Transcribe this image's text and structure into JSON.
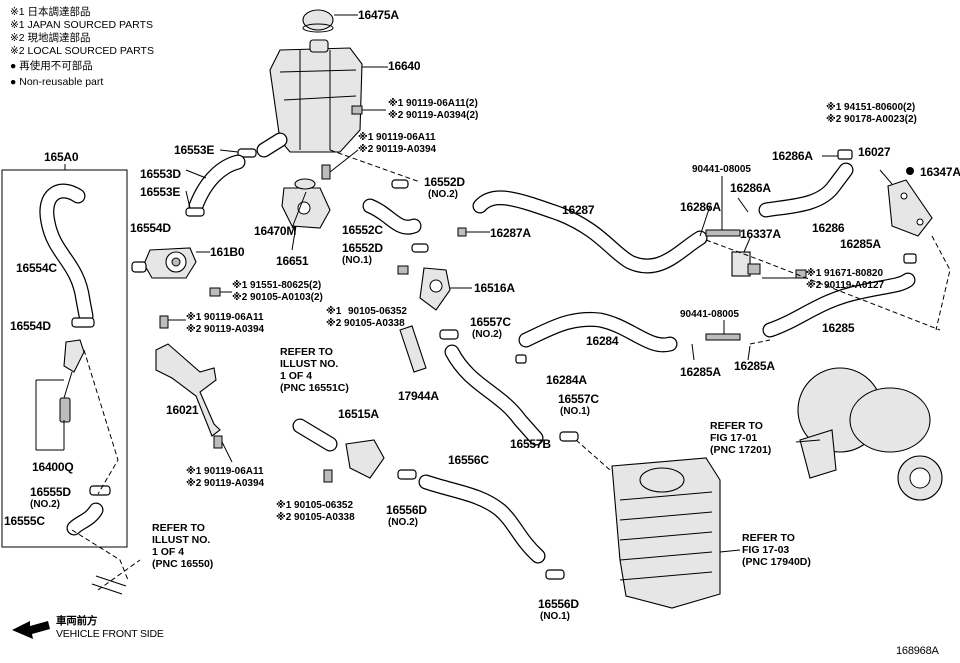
{
  "legend": {
    "l1": "※1  日本調達部品",
    "l2": "※1  JAPAN SOURCED PARTS",
    "l3": "※2  現地調達部品",
    "l4": "※2  LOCAL SOURCED PARTS",
    "l5": "●  再使用不可部品",
    "l6": "●  Non-reusable part"
  },
  "labels": {
    "p16475A": "16475A",
    "p16640": "16640",
    "b_a1": "※1 90119-06A11(2)",
    "b_a2": "※2 90119-A0394(2)",
    "p16553E_t": "16553E",
    "b_b1": "※1 90119-06A11",
    "b_b2": "※2 90119-A0394",
    "p165A0": "165A0",
    "p16553D": "16553D",
    "p16553E_b": "16553E",
    "p16552D_t": "16552D",
    "no2_a": "(NO.2)",
    "p16554D_t": "16554D",
    "p16470M": "16470M",
    "p16552C": "16552C",
    "p16287A": "16287A",
    "p16287": "16287",
    "p161B0": "161B0",
    "p16651": "16651",
    "p16552D_b": "16552D",
    "no1_a": "(NO.1)",
    "p16554C": "16554C",
    "b_c1": "※1 91551-80625(2)",
    "b_c2": "※2 90105-A0103(2)",
    "p16516A": "16516A",
    "b_d1": "90105-06352",
    "b_d1p": "※1",
    "b_d2": "※2 90105-A0338",
    "p16557C_t": "16557C",
    "no2_b": "(NO.2)",
    "p16554D_b": "16554D",
    "b_e1": "※1 90119-06A11",
    "b_e2": "※2 90119-A0394",
    "ref1_a": "REFER TO",
    "ref1_b": "ILLUST NO.",
    "ref1_c": "1 OF 4",
    "ref1_d": "(PNC 16551C)",
    "p16284": "16284",
    "p16284A": "16284A",
    "p17944A": "17944A",
    "p16557C_b": "16557C",
    "no1_b": "(NO.1)",
    "p16021": "16021",
    "p16515A": "16515A",
    "p16557B": "16557B",
    "p16556C": "16556C",
    "p16400Q": "16400Q",
    "b_f1": "※1 90119-06A11",
    "b_f2": "※2 90119-A0394",
    "p16555D": "16555D",
    "no2_c": "(NO.2)",
    "p16555C": "16555C",
    "b_g1": "※1 90105-06352",
    "b_g2": "※2 90105-A0338",
    "p16556D_t": "16556D",
    "no2_d": "(NO.2)",
    "ref2_a": "REFER TO",
    "ref2_b": "ILLUST NO.",
    "ref2_c": "1 OF 4",
    "ref2_d": "(PNC 16550)",
    "p16556D_b": "16556D",
    "no1_c": "(NO.1)",
    "front_jp": "車両前方",
    "front_en": "VEHICLE FRONT SIDE",
    "b_h1": "※1 94151-80600(2)",
    "b_h2": "※2 90178-A0023(2)",
    "p16286A_t": "16286A",
    "p16027": "16027",
    "p16347A": "16347A",
    "b_i": "90441-08005",
    "p16286A_m": "16286A",
    "p16286A_l": "16286A",
    "p16286": "16286",
    "p16337A": "16337A",
    "p16285A_t": "16285A",
    "b_j1": "※1 91671-80820",
    "b_j2": "※2 90119-A0127",
    "b_k": "90441-08005",
    "p16285": "16285",
    "p16285A_l": "16285A",
    "p16285A_r": "16285A",
    "ref3_a": "REFER TO",
    "ref3_b": "FIG 17-01",
    "ref3_c": "(PNC 17201)",
    "ref4_a": "REFER TO",
    "ref4_b": "FIG 17-03",
    "ref4_c": "(PNC 17940D)",
    "fig_code": "168968A"
  }
}
